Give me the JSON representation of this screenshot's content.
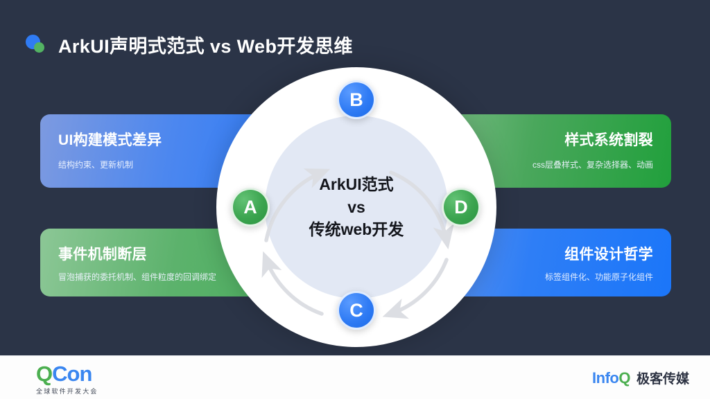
{
  "header": {
    "title": "ArkUI声明式范式 vs Web开发思维",
    "logo_dot_blue": "#2f7bf4",
    "logo_dot_green": "#53b363"
  },
  "background_color": "#2b3447",
  "cards": [
    {
      "id": "top-left",
      "title": "UI构建模式差异",
      "subtitle": "结构约束、更新机制",
      "accent": "#2979f7",
      "align": "left"
    },
    {
      "id": "top-right",
      "title": "样式系统割裂",
      "subtitle": "css层叠样式、复杂选择器、动画",
      "accent": "#21a03c",
      "align": "right"
    },
    {
      "id": "bottom-left",
      "title": "事件机制断层",
      "subtitle": "冒泡捕获的委托机制、组件粒度的回调绑定",
      "accent": "#49ad5c",
      "align": "left"
    },
    {
      "id": "bottom-right",
      "title": "组件设计哲学",
      "subtitle": "标签组件化、功能原子化组件",
      "accent": "#1b76f9",
      "align": "right"
    }
  ],
  "center": {
    "line1": "ArkUI范式",
    "line2": "vs",
    "line3": "传统web开发",
    "ring_color": "#ffffff",
    "inner_color": "#e2e8f4",
    "arrow_color": "#dcdee3"
  },
  "nodes": [
    {
      "id": "b",
      "label": "B",
      "color": "#2f7bf4",
      "position": "top"
    },
    {
      "id": "a",
      "label": "A",
      "color": "#3ba44f",
      "position": "left"
    },
    {
      "id": "d",
      "label": "D",
      "color": "#3ba44f",
      "position": "right"
    },
    {
      "id": "c",
      "label": "C",
      "color": "#2f7bf4",
      "position": "bottom"
    }
  ],
  "footer": {
    "qcon_q": "Q",
    "qcon_con": "Con",
    "qcon_subtitle": "全球软件开发大会",
    "infoq_info": "Info",
    "infoq_q": "Q",
    "infoq_cn": "极客传媒"
  }
}
